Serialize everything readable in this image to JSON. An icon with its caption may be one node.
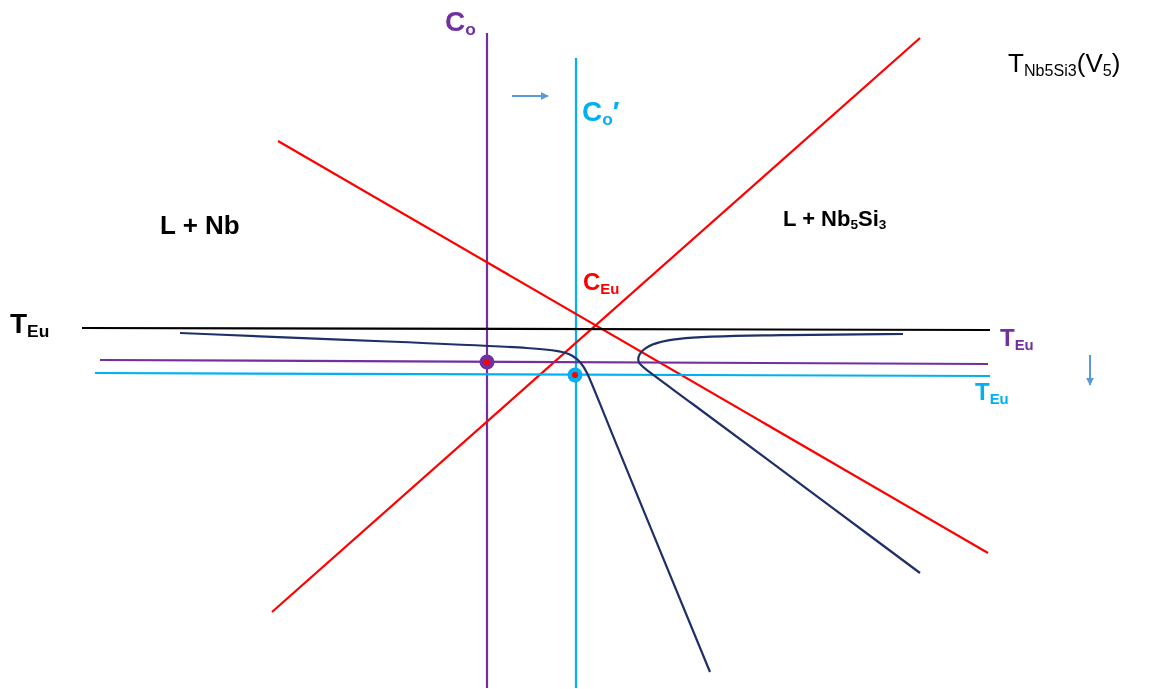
{
  "diagram": {
    "labels": [
      "C$_{o}$",
      "C$_{o}$′",
      "T$_{Nb5Si3}$(V$_{5}$)",
      "L + Nb",
      "L + Nb$_{5}$Si$_{3}$",
      "C$_{Eu}$",
      "T$_{Eu}$",
      "T$_{Eu}$",
      "T$_{Eu}$"
    ]
  }
}
